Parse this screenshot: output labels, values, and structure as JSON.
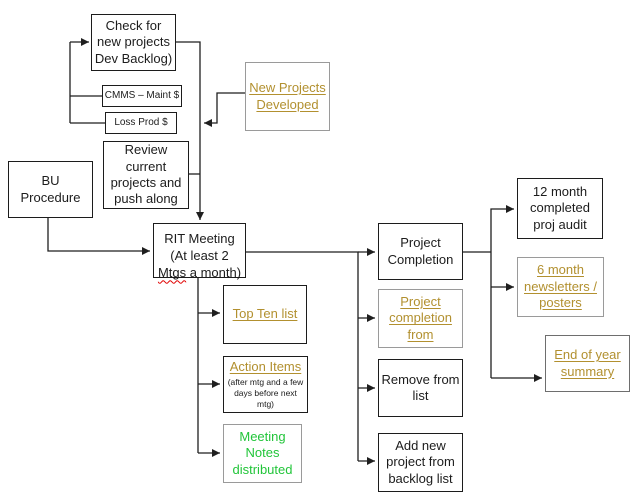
{
  "colors": {
    "link_brown": "#b2902f",
    "note_green": "#22c53a",
    "line_black": "#1f1f1f",
    "spellcheck_red": "#e00000",
    "box_border_black": "#1c1c1c",
    "box_border_gray": "#9a9a9a",
    "background": "#ffffff"
  },
  "nodes": {
    "check_new_projects": {
      "label": "Check for\nnew projects\nDev Backlog)"
    },
    "cmms_maint": {
      "label": "CMMS – Maint $"
    },
    "loss_prod": {
      "label": "Loss Prod $"
    },
    "new_projects_developed": {
      "label": "New Projects\nDeveloped"
    },
    "review_current": {
      "label": "Review\ncurrent\nprojects and\npush along"
    },
    "bu_procedure": {
      "label": "BU\nProcedure"
    },
    "rit_meeting": {
      "line1": "RIT Meeting",
      "line2": "(At least 2",
      "misspelled_word": "Mtgs",
      "line3_rest": " a month)"
    },
    "top_ten": {
      "label": "Top Ten list"
    },
    "action_items": {
      "title": "Action Items",
      "subtitle": "(after mtg and a few\ndays before next\nmtg)"
    },
    "meeting_notes": {
      "label": "Meeting\nNotes\ndistributed"
    },
    "project_completion": {
      "label": "Project\nCompletion"
    },
    "project_completion_from": {
      "label": "Project\ncompletion\nfrom"
    },
    "remove_from_list": {
      "label": "Remove from\nlist"
    },
    "add_new_project": {
      "label": "Add new\nproject from\nbacklog list"
    },
    "twelve_month_audit": {
      "label": "12 month\ncompleted\nproj audit"
    },
    "six_month_newsletters": {
      "label": "6 month\nnewsletters /\nposters"
    },
    "end_of_year": {
      "label": "End of year\nsummary"
    }
  },
  "edges": [
    {
      "from": "cmms_maint",
      "to": "check_new_projects"
    },
    {
      "from": "loss_prod",
      "to": "check_new_projects"
    },
    {
      "from": "check_new_projects",
      "to": "rit_meeting"
    },
    {
      "from": "new_projects_developed",
      "to": "rit_meeting"
    },
    {
      "from": "review_current",
      "to": "rit_meeting"
    },
    {
      "from": "bu_procedure",
      "to": "rit_meeting"
    },
    {
      "from": "rit_meeting",
      "to": "top_ten"
    },
    {
      "from": "rit_meeting",
      "to": "action_items"
    },
    {
      "from": "rit_meeting",
      "to": "meeting_notes"
    },
    {
      "from": "rit_meeting",
      "to": "project_completion"
    },
    {
      "from": "rit_meeting",
      "to": "project_completion_from"
    },
    {
      "from": "rit_meeting",
      "to": "remove_from_list"
    },
    {
      "from": "rit_meeting",
      "to": "add_new_project"
    },
    {
      "from": "project_completion",
      "to": "twelve_month_audit"
    },
    {
      "from": "project_completion",
      "to": "six_month_newsletters"
    },
    {
      "from": "project_completion",
      "to": "end_of_year"
    }
  ]
}
